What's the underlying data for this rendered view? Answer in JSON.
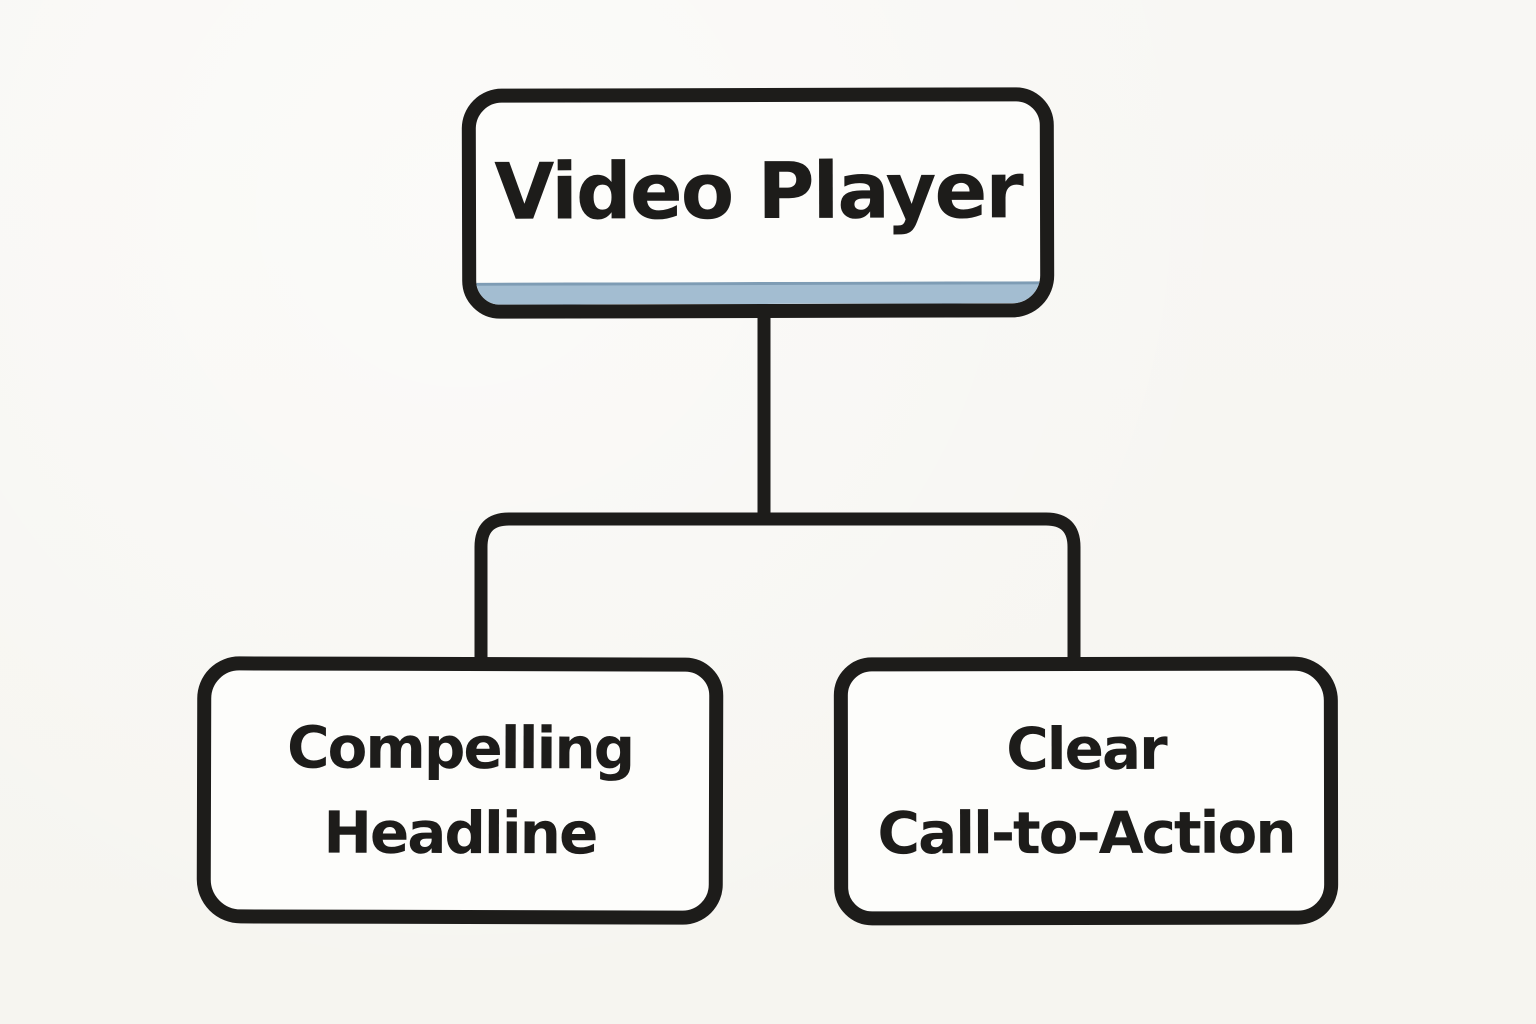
{
  "diagram": {
    "type": "flowchart",
    "background_color": "#f7f6f2",
    "ink_color": "#1d1c1a",
    "accent_color": "#a3bdd1",
    "nodes": [
      {
        "id": "video-player",
        "lines": [
          "Video Player"
        ],
        "accent_bar": true
      },
      {
        "id": "compelling-headline",
        "lines": [
          "Compelling",
          "Headline"
        ],
        "accent_bar": false
      },
      {
        "id": "clear-call-to-action",
        "lines": [
          "Clear",
          "Call-to-Action"
        ],
        "accent_bar": false
      }
    ],
    "edges": [
      {
        "from": "video-player",
        "to": "compelling-headline"
      },
      {
        "from": "video-player",
        "to": "clear-call-to-action"
      }
    ]
  }
}
